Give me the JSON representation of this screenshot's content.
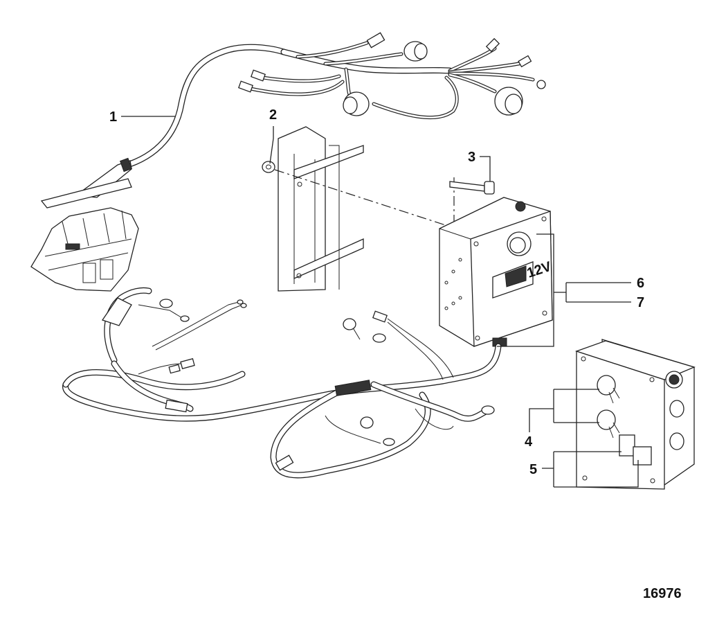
{
  "figure_number": "16976",
  "callouts": [
    {
      "id": "1",
      "label": "1"
    },
    {
      "id": "2",
      "label": "2"
    },
    {
      "id": "3",
      "label": "3"
    },
    {
      "id": "4",
      "label": "4"
    },
    {
      "id": "5",
      "label": "5"
    },
    {
      "id": "6",
      "label": "6"
    },
    {
      "id": "7",
      "label": "7"
    }
  ],
  "panel_marking": "12V"
}
